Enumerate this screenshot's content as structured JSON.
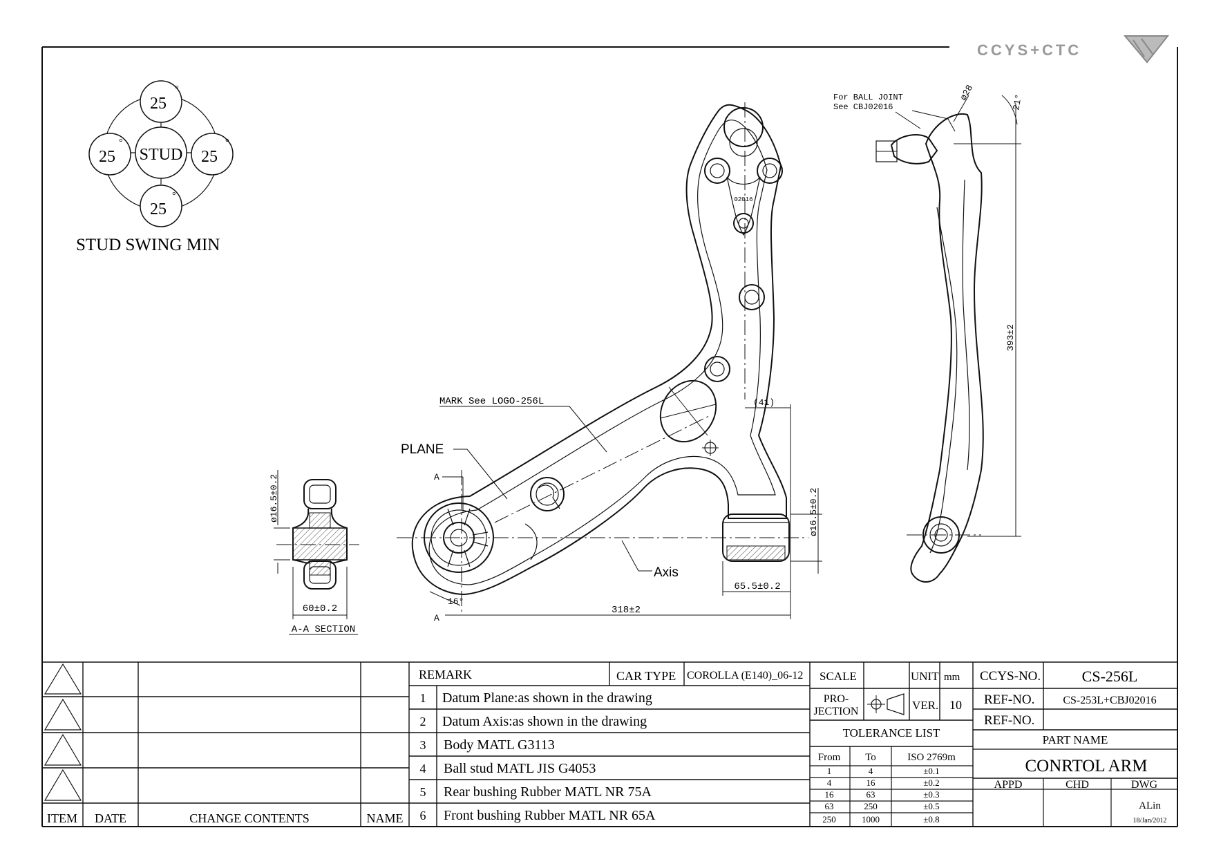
{
  "brand": {
    "logo_text": "CCYS+CTC"
  },
  "stud_swing": {
    "title": "STUD SWING MIN",
    "center_label": "STUD",
    "top": "25",
    "left": "25",
    "right": "25",
    "bottom": "25",
    "degree_mark": "°"
  },
  "section_view": {
    "title": "A-A SECTION",
    "width_dim": "60±0.2",
    "dia_dim": "ø16.5±0.2"
  },
  "front_view": {
    "mark_note": "MARK See LOGO-256L",
    "plane_label": "PLANE",
    "axis_label": "Axis",
    "section_marker": "A",
    "angle_dim": "16°",
    "length_dim": "318±2",
    "offset_dim": "(41)",
    "bush_dia_dim": "ø16.5±0.2",
    "bush_len_dim": "65.5±0.2",
    "part_stamp": "02016"
  },
  "side_view": {
    "ball_joint_note_1": "For BALL JOINT",
    "ball_joint_note_2": "See CBJ02016",
    "dia_dim": "ø28",
    "angle_dim": "21°",
    "height_dim": "393±2"
  },
  "revision_block": {
    "headers": {
      "item": "ITEM",
      "date": "DATE",
      "change": "CHANGE CONTENTS",
      "name": "NAME"
    }
  },
  "remarks": {
    "header": "REMARK",
    "car_type_label": "CAR TYPE",
    "car_type_value": "COROLLA (E140)_06-12",
    "items": [
      {
        "no": "1",
        "text": "Datum Plane:as shown in the drawing"
      },
      {
        "no": "2",
        "text": "Datum Axis:as shown in the drawing"
      },
      {
        "no": "3",
        "text": "Body MATL G3113"
      },
      {
        "no": "4",
        "text": "Ball stud MATL JIS G4053"
      },
      {
        "no": "5",
        "text": "Rear bushing Rubber MATL NR 75A"
      },
      {
        "no": "6",
        "text": "Front bushing Rubber MATL NR 65A"
      }
    ]
  },
  "spec_block": {
    "scale_label": "SCALE",
    "unit_label": "UNIT",
    "unit_value": "mm",
    "projection_label_1": "PRO-",
    "projection_label_2": "JECTION",
    "ver_label": "VER.",
    "ver_value": "10",
    "tolerance_title": "TOLERANCE LIST",
    "tol_headers": {
      "from": "From",
      "to": "To",
      "std": "ISO 2769m"
    },
    "tolerances": [
      {
        "from": "1",
        "to": "4",
        "tol": "±0.1"
      },
      {
        "from": "4",
        "to": "16",
        "tol": "±0.2"
      },
      {
        "from": "16",
        "to": "63",
        "tol": "±0.3"
      },
      {
        "from": "63",
        "to": "250",
        "tol": "±0.5"
      },
      {
        "from": "250",
        "to": "1000",
        "tol": "±0.8"
      }
    ]
  },
  "title_block": {
    "ccys_no_label": "CCYS-NO.",
    "ccys_no_value": "CS-256L",
    "ref_no_label": "REF-NO.",
    "ref_no_value": "CS-253L+CBJ02016",
    "ref_no_label_2": "REF-NO.",
    "ref_no_value_2": "",
    "part_name_label": "PART NAME",
    "part_name_value": "CONRTOL ARM",
    "appd_label": "APPD",
    "chd_label": "CHD",
    "dwg_label": "DWG",
    "dwg_name": "ALin",
    "dwg_date": "18/Jan/2012"
  }
}
